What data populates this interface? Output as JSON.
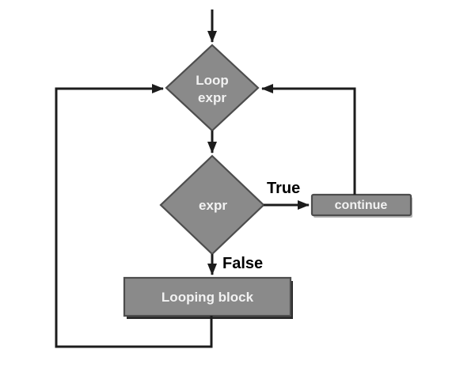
{
  "flowchart": {
    "nodes": {
      "loop_expr": {
        "type": "decision",
        "line1": "Loop",
        "line2": "expr"
      },
      "expr": {
        "type": "decision",
        "label": "expr"
      },
      "continue_box": {
        "type": "process",
        "label": "continue"
      },
      "looping_block": {
        "type": "process",
        "label": "Looping block"
      }
    },
    "branch_labels": {
      "true_label": "True",
      "false_label": "False"
    },
    "colors": {
      "shape_fill": "#8a8a8a",
      "shape_border": "#4d4d4d",
      "connector": "#1c1c1c",
      "shape_text": "#f2f2f2",
      "branch_text": "#000000",
      "background": "#ffffff"
    }
  }
}
